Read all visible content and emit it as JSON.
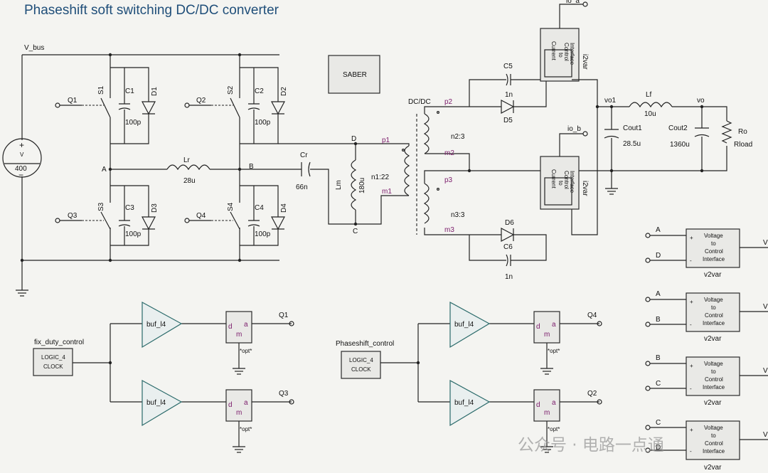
{
  "title": "Phaseshift soft switching DC/DC converter",
  "watermark": "公众号 · 电路一点通",
  "labels": {
    "v_bus": "V_bus",
    "saber": "SABER",
    "v_plus": "+",
    "v_letter": "V",
    "v_value": "400",
    "v_minus": "−",
    "node_a": "A",
    "node_b": "B",
    "node_c": "C",
    "node_d": "D",
    "q1": "Q1",
    "q2": "Q2",
    "q3": "Q3",
    "q4": "Q4",
    "s1": "S1",
    "s2": "S2",
    "s3": "S3",
    "s4": "S4",
    "c1": "C1",
    "c2": "C2",
    "c3": "C3",
    "c4": "C4",
    "d1": "D1",
    "d2": "D2",
    "d3": "D3",
    "d4": "D4",
    "c_100p": "100p",
    "lr": "Lr",
    "lr_val": "28u",
    "cr": "Cr",
    "cr_val": "66n",
    "lm": "Lm",
    "lm_val": "180u",
    "dcdc": "DC/DC",
    "n1": "n1:22",
    "n2": "n2:3",
    "n3": "n3:3",
    "p1": "p1",
    "p2": "p2",
    "p3": "p3",
    "m1": "m1",
    "m2": "m2",
    "m3": "m3",
    "c5": "C5",
    "c6": "C6",
    "c_1n": "1n",
    "d5": "D5",
    "d6": "D6",
    "io_a": "io_a",
    "io_b": "io_b",
    "cur_1": "Current",
    "cur_2": "to",
    "cur_3": "Control",
    "cur_4": "Interface",
    "i2var": "i2var",
    "vo1": "vo1",
    "vo": "vo",
    "lf": "Lf",
    "lf_val": "10u",
    "cout1": "Cout1",
    "cout1_val": "28.5u",
    "cout2": "Cout2",
    "cout2_val": "1360u",
    "ro": "Ro",
    "rload": "Rload",
    "vol_1": "Voltage",
    "vol_2": "to",
    "vol_3": "Control",
    "vol_4": "Interface",
    "v2var": "v2var",
    "plus": "+",
    "minus": "-",
    "fix_duty": "fix_duty_control",
    "phaseshift": "Phaseshift_control",
    "logic4": "LOGIC_4",
    "clock": "CLOCK",
    "buf": "buf_l4",
    "pin_d": "d",
    "pin_m": "m",
    "pin_a": "a",
    "opt": "*opt*",
    "v2_1_a": "A",
    "v2_1_b": "D",
    "v2_2_a": "A",
    "v2_2_b": "B",
    "v2_3_a": "B",
    "v2_3_b": "C",
    "v2_4_a": "C",
    "v2_4_b": "D",
    "v_cut": "V"
  },
  "colors": {
    "title": "#1f4e79",
    "wire": "#222222",
    "pin_label": "#7a1a6a",
    "amp_stroke": "#2a6a6a"
  }
}
